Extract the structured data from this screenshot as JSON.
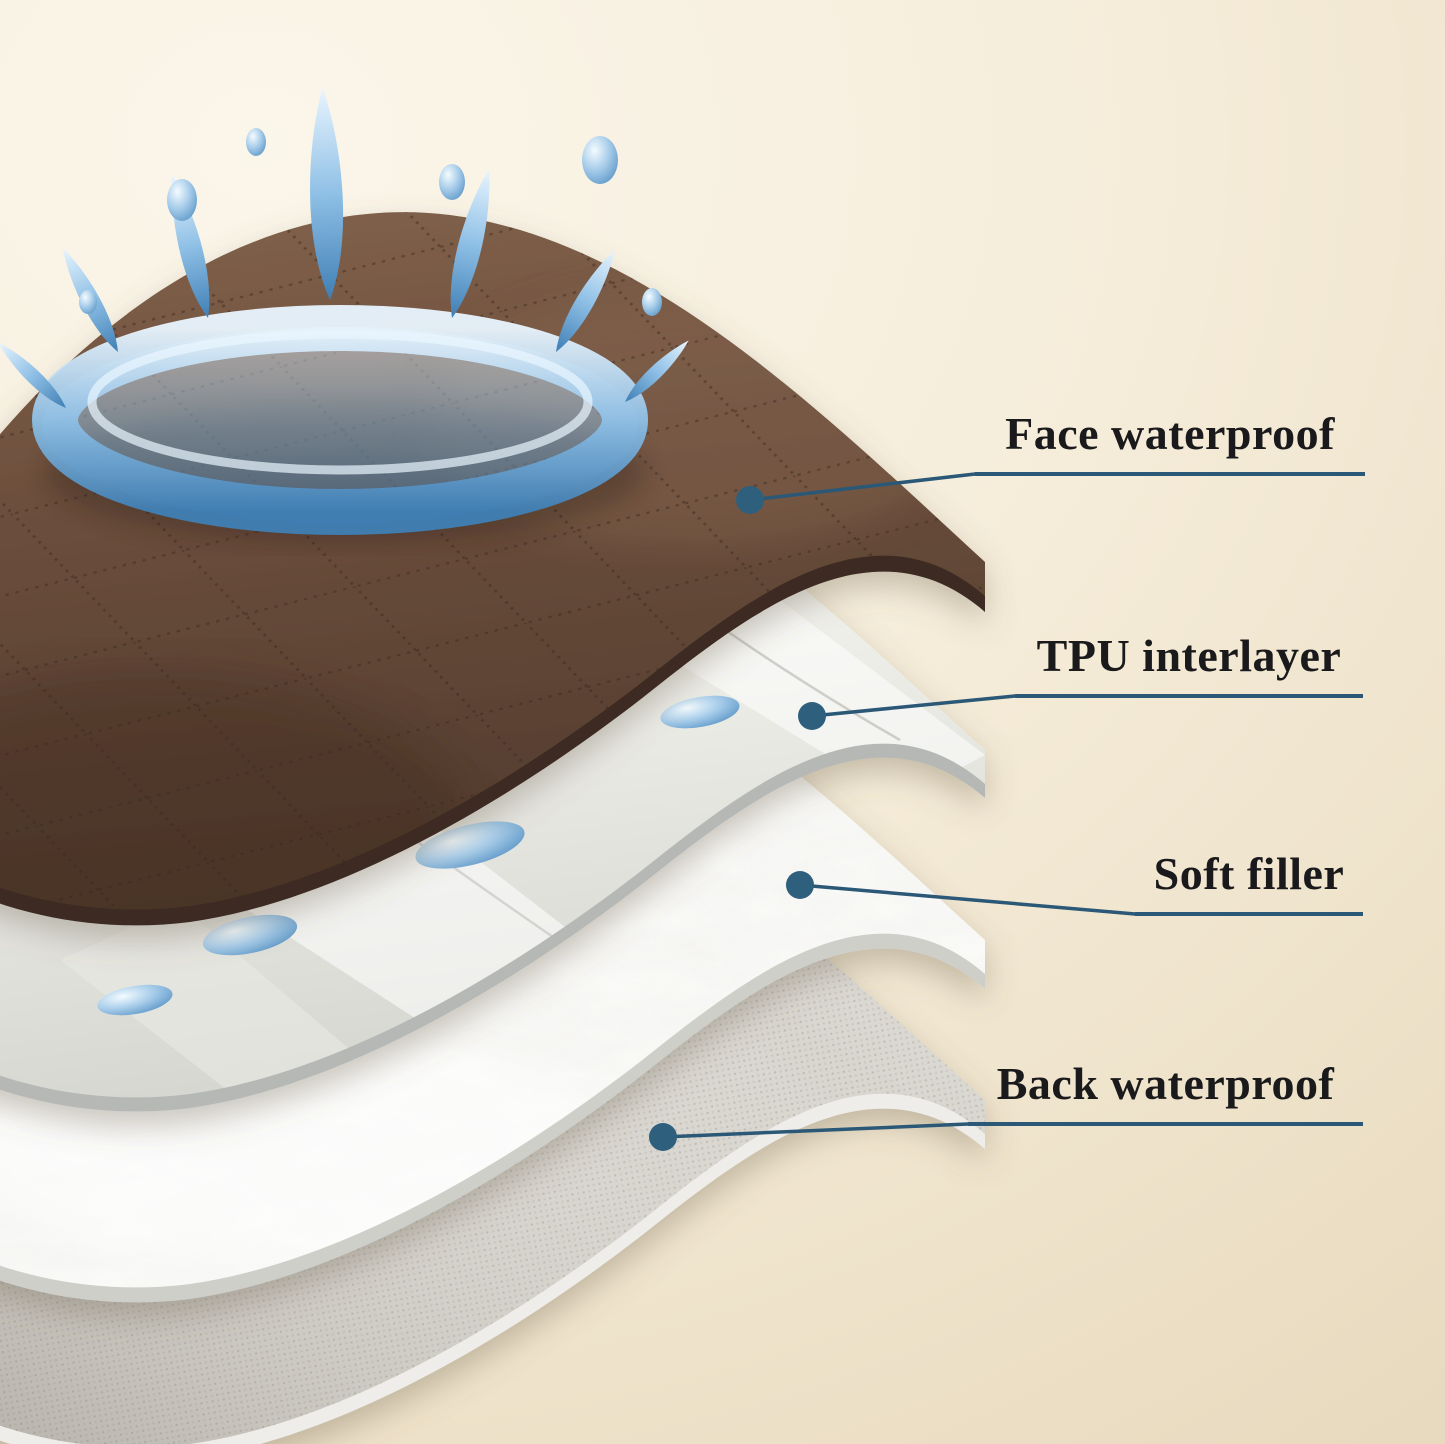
{
  "layers": [
    {
      "label": "Face waterproof"
    },
    {
      "label": "TPU interlayer"
    },
    {
      "label": "Soft filler"
    },
    {
      "label": "Back waterproof"
    }
  ],
  "colors": {
    "background_light": "#fbf6ea",
    "background_dark": "#e5d6b9",
    "callout_line": "#2b5876",
    "callout_dot": "#2e5f7d",
    "underline": "#2b5876",
    "label_text": "#1a1a1c",
    "fabric_brown": "#6b4e3c",
    "fabric_brown_edge": "#3e2c22",
    "tpu_white": "#f2f2ee",
    "filler_white": "#fbfbf9",
    "back_gray": "#d9d6d0",
    "water_blue": "#3f7fb5"
  },
  "icons": {
    "splash": "water-splash-icon",
    "droplet": "water-droplet-icon"
  }
}
